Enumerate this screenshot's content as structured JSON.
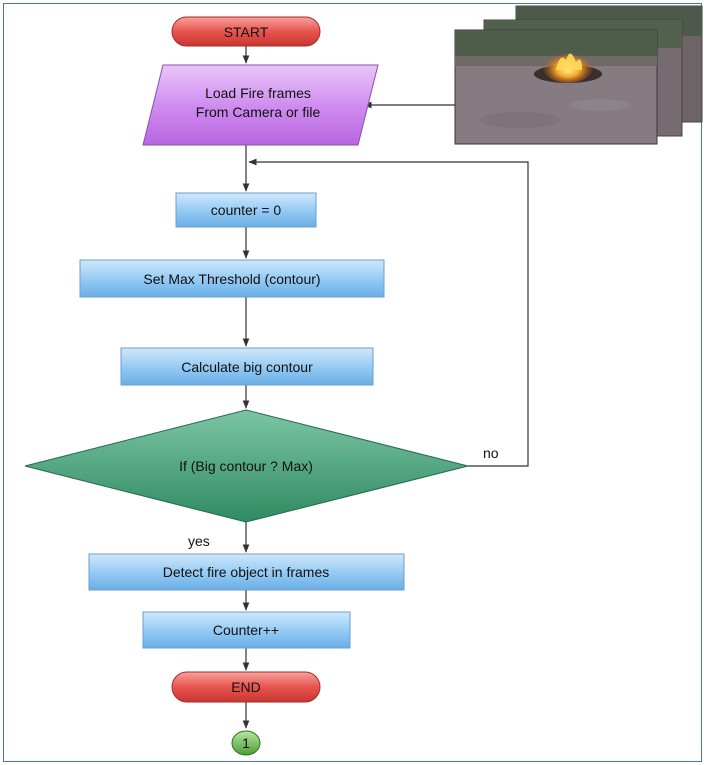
{
  "nodes": {
    "start": "START",
    "load_line1": "Load Fire frames",
    "load_line2": "From Camera or file",
    "counter_init": "counter = 0",
    "set_max": "Set Max Threshold (contour)",
    "calc": "Calculate big contour",
    "decision": "If (Big contour ? Max)",
    "detect": "Detect fire object in frames",
    "counter_inc": "Counter++",
    "end": "END",
    "connector": "1"
  },
  "edges": {
    "yes": "yes",
    "no": "no"
  },
  "colors": {
    "terminal": "#e8544e",
    "process": "#8ec6f2",
    "input": "#d08ef0",
    "decision": "#3f9e76",
    "connector": "#5fb84a",
    "border": "#3f79c8"
  },
  "icons": {
    "camera_frames": "fire-video-frames-image"
  }
}
